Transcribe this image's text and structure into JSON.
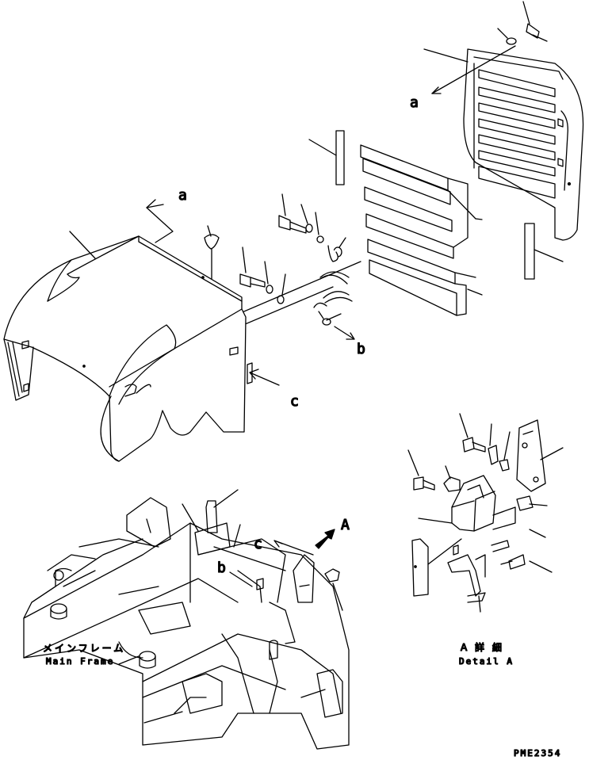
{
  "callouts": {
    "a_top": "a",
    "a_left": "a",
    "b_right": "b",
    "b_frame": "b",
    "c_right": "c",
    "c_frame": "c",
    "A_marker": "A"
  },
  "labels": {
    "main_frame_jp": "メインフレーム",
    "main_frame_en": "Main Frame",
    "detail_jp": "A 詳 細",
    "detail_en": "Detail A"
  },
  "drawing_number": "PME2354"
}
